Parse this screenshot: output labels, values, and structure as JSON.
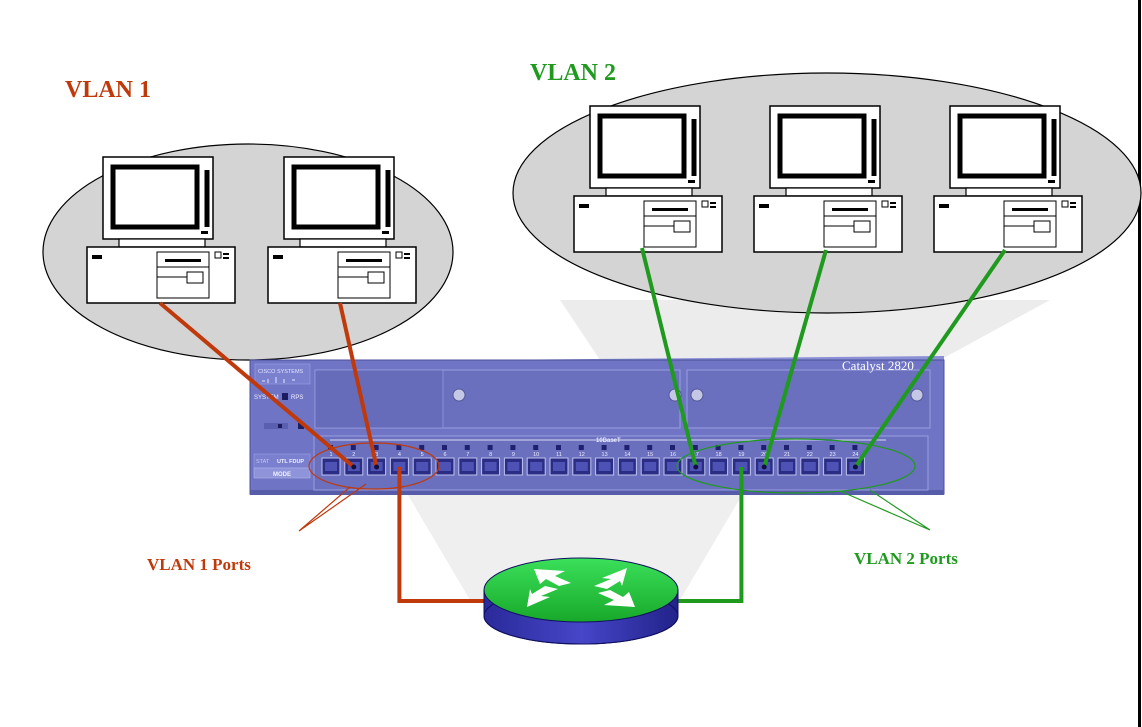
{
  "labels": {
    "vlan1_title": "VLAN 1",
    "vlan2_title": "VLAN 2",
    "vlan1_ports": "VLAN 1 Ports",
    "vlan2_ports": "VLAN 2 Ports"
  },
  "switch": {
    "model": "Catalyst 2820",
    "brand": "CISCO SYSTEMS",
    "system_label": "SYSTEM",
    "rps_label": "RPS",
    "status_label": "STAT",
    "mode_label": "MODE",
    "util_label": "UTL FDUP",
    "bank_label": "10BaseT",
    "port_count": 24,
    "port_numbers": [
      "1",
      "2",
      "3",
      "4",
      "5",
      "6",
      "7",
      "8",
      "9",
      "10",
      "11",
      "12",
      "13",
      "14",
      "15",
      "16",
      "17",
      "18",
      "19",
      "20",
      "21",
      "22",
      "23",
      "24"
    ]
  },
  "colors": {
    "vlan1": "#c0390b",
    "vlan2": "#1f9a1f",
    "ellipse_fill": "#d4d4d4",
    "switch_body": "#6f74c4",
    "router_top": "#22c83a",
    "router_side": "#3030a8"
  },
  "icons": {
    "computer": "desktop-computer-icon",
    "router": "router-icon",
    "switch": "network-switch-icon"
  }
}
